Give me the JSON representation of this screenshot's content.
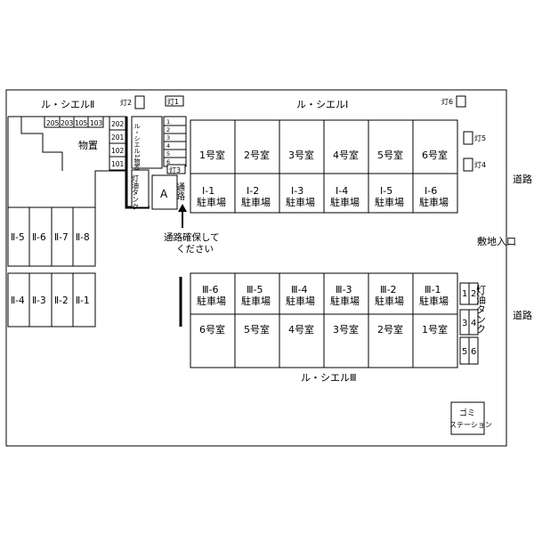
{
  "buildings": {
    "cielo1_name": "ル・シエルⅠ",
    "cielo2_name": "ル・シエルⅡ",
    "cielo3_name": "ル・シエルⅢ",
    "cielo1_rooms": [
      "1号室",
      "2号室",
      "3号室",
      "4号室",
      "5号室",
      "6号室"
    ],
    "cielo3_rooms": [
      "6号室",
      "5号室",
      "4号室",
      "3号室",
      "2号室",
      "1号室"
    ],
    "cielo2_room_numbers": [
      "205",
      "203",
      "105",
      "103"
    ],
    "cielo2_side_rooms": [
      "202",
      "201",
      "102",
      "101"
    ],
    "storage_label": "物置",
    "cielo1_storage_label": "ル・シエル1物置",
    "storage_slots": [
      "1",
      "2",
      "3",
      "4",
      "5",
      "6"
    ]
  },
  "parking": {
    "row1": [
      {
        "id": "Ⅰ-1",
        "label": "駐車場"
      },
      {
        "id": "Ⅰ-2",
        "label": "駐車場"
      },
      {
        "id": "Ⅰ-3",
        "label": "駐車場"
      },
      {
        "id": "Ⅰ-4",
        "label": "駐車場"
      },
      {
        "id": "Ⅰ-5",
        "label": "駐車場"
      },
      {
        "id": "Ⅰ-6",
        "label": "駐車場"
      }
    ],
    "row3": [
      {
        "id": "Ⅲ-6",
        "label": "駐車場"
      },
      {
        "id": "Ⅲ-5",
        "label": "駐車場"
      },
      {
        "id": "Ⅲ-4",
        "label": "駐車場"
      },
      {
        "id": "Ⅲ-3",
        "label": "駐車場"
      },
      {
        "id": "Ⅲ-2",
        "label": "駐車場"
      },
      {
        "id": "Ⅲ-1",
        "label": "駐車場"
      }
    ],
    "row2_upper": [
      "Ⅱ-5",
      "Ⅱ-6",
      "Ⅱ-7",
      "Ⅱ-8"
    ],
    "row2_lower": [
      "Ⅱ-4",
      "Ⅱ-3",
      "Ⅱ-2",
      "Ⅱ-1"
    ],
    "slot_a": "A"
  },
  "lights": {
    "l1": "灯1",
    "l2": "灯2",
    "l3": "灯3",
    "l4": "灯4",
    "l5": "灯5",
    "l6": "灯6"
  },
  "labels": {
    "kerosene_tank_left": "灯油タンク",
    "kerosene_tank_right": "灯油タンク",
    "passage": "通路",
    "passage_note_line1": "通路確保して",
    "passage_note_line2": "ください",
    "road_top": "道路",
    "road_bottom": "道路",
    "site_entrance": "敷地入口",
    "garbage_line1": "ゴミ",
    "garbage_line2": "ステーション",
    "bikes_top": [
      "1",
      "2"
    ],
    "bikes_mid": [
      "3",
      "4"
    ],
    "bikes_bot": [
      "5",
      "6"
    ]
  }
}
